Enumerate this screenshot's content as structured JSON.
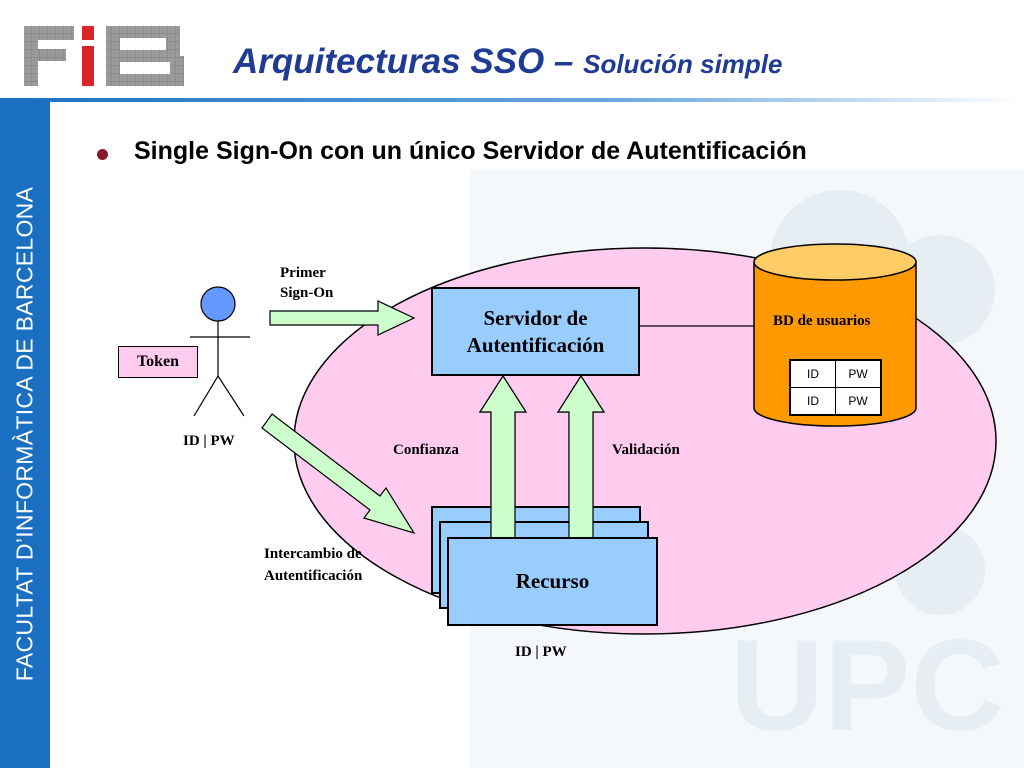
{
  "header": {
    "logo_text": "FIB",
    "title_main": "Arquitecturas SSO – ",
    "title_sub": "Solución simple"
  },
  "sidebar": {
    "text": "FACULTAT D’INFORMÀTICA DE BARCELONA"
  },
  "bullet": {
    "text": "Single Sign-On con un único Servidor de Autentificación"
  },
  "diagram": {
    "token_label": "Token",
    "user_credentials": "ID | PW",
    "primer_signon_line1": "Primer",
    "primer_signon_line2": "Sign-On",
    "server_line1": "Servidor de",
    "server_line2": "Autentificación",
    "db_label": "BD de usuarios",
    "db_table": [
      [
        "ID",
        "PW"
      ],
      [
        "ID",
        "PW"
      ]
    ],
    "confianza": "Confianza",
    "validacion": "Validación",
    "intercambio_line1": "Intercambio de",
    "intercambio_line2": "Autentificación",
    "resource_label": "Recurso",
    "resource_credentials": "ID | PW"
  },
  "watermark": {
    "text": "UPC"
  },
  "colors": {
    "title": "#1f3b93",
    "sidebar": "#1a6fc0",
    "ellipse": "#ffccf0",
    "box": "#99ccff",
    "cylinder": "#ff9900",
    "arrow": "#ccffcc",
    "person_head": "#6699ff"
  }
}
